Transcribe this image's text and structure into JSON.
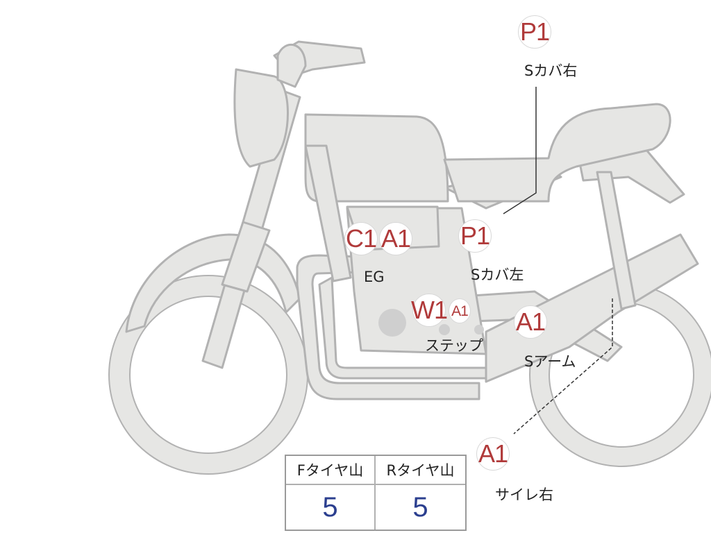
{
  "markers": [
    {
      "id": "p1-top",
      "code": "P1",
      "label": "Sカバ右"
    },
    {
      "id": "c1",
      "code": "C1",
      "label": ""
    },
    {
      "id": "a1-eg",
      "code": "A1",
      "label": "EG"
    },
    {
      "id": "p1-mid",
      "code": "P1",
      "label": "Sカバ左"
    },
    {
      "id": "w1",
      "code": "W1",
      "label": "ステップ"
    },
    {
      "id": "a1-small",
      "code": "A1",
      "label": ""
    },
    {
      "id": "a1-arm",
      "code": "A1",
      "label": "Sアーム"
    },
    {
      "id": "a1-muffler",
      "code": "A1",
      "label": "サイレ右"
    }
  ],
  "tire_table": {
    "headers": [
      "Fタイヤ山",
      "Rタイヤ山"
    ],
    "values": [
      "5",
      "5"
    ]
  },
  "colors": {
    "body_fill": "#e6e6e4",
    "body_stroke": "#b2b2b2",
    "engine_dot": "#cfcfcf",
    "marker_text": "#b03a3a",
    "value_text": "#2b3f8f"
  }
}
